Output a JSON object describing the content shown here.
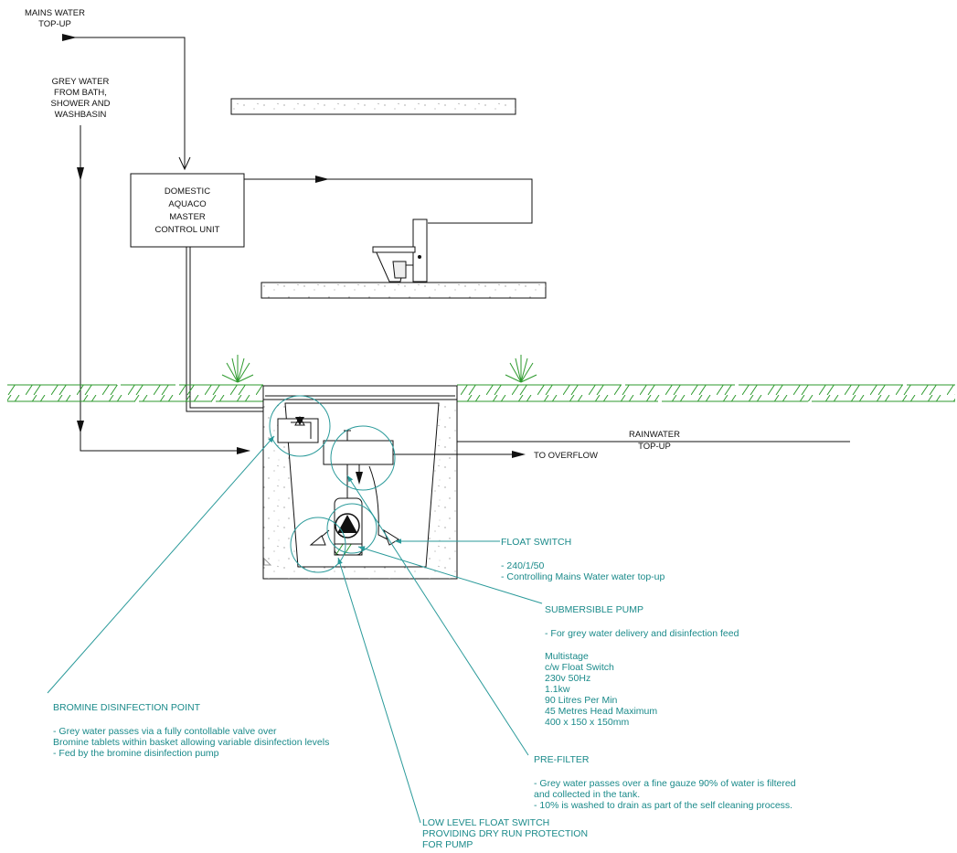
{
  "labels": {
    "mains_water": [
      "MAINS WATER",
      "TOP-UP"
    ],
    "grey_water": [
      "GREY WATER",
      "FROM BATH,",
      "SHOWER AND",
      "WASHBASIN"
    ],
    "control_unit": [
      "DOMESTIC",
      "AQUACO",
      "MASTER",
      "CONTROL UNIT"
    ],
    "rainwater": [
      "RAINWATER",
      "TOP-UP"
    ],
    "overflow": "TO OVERFLOW"
  },
  "callouts": {
    "float_switch": {
      "title": "FLOAT SWITCH",
      "lines": [
        "- 240/1/50",
        "- Controlling Mains Water water top-up"
      ]
    },
    "submersible_pump": {
      "title": "SUBMERSIBLE PUMP",
      "lines": [
        "- For grey water delivery and disinfection feed"
      ],
      "specs": [
        "Multistage",
        "c/w Float Switch",
        "230v 50Hz",
        "1.1kw",
        "90 Litres Per Min",
        "45 Metres Head Maximum",
        "400 x 150 x 150mm"
      ]
    },
    "bromine": {
      "title": "BROMINE DISINFECTION POINT",
      "lines": [
        "- Grey water passes via a fully contollable valve over",
        "Bromine tablets within basket allowing variable disinfection levels",
        "- Fed by the bromine disinfection pump"
      ]
    },
    "prefilter": {
      "title": "PRE-FILTER",
      "lines": [
        "- Grey water passes over a fine gauze 90% of water is filtered",
        "and collected in the tank.",
        "- 10% is washed to drain as part of the self cleaning process."
      ]
    },
    "low_level": {
      "lines": [
        "LOW LEVEL FLOAT SWITCH",
        "PROVIDING DRY RUN PROTECTION",
        "FOR PUMP"
      ]
    }
  },
  "colors": {
    "callout": "#1a8a8a",
    "grass": "#2e9a2e",
    "line": "#111111"
  }
}
